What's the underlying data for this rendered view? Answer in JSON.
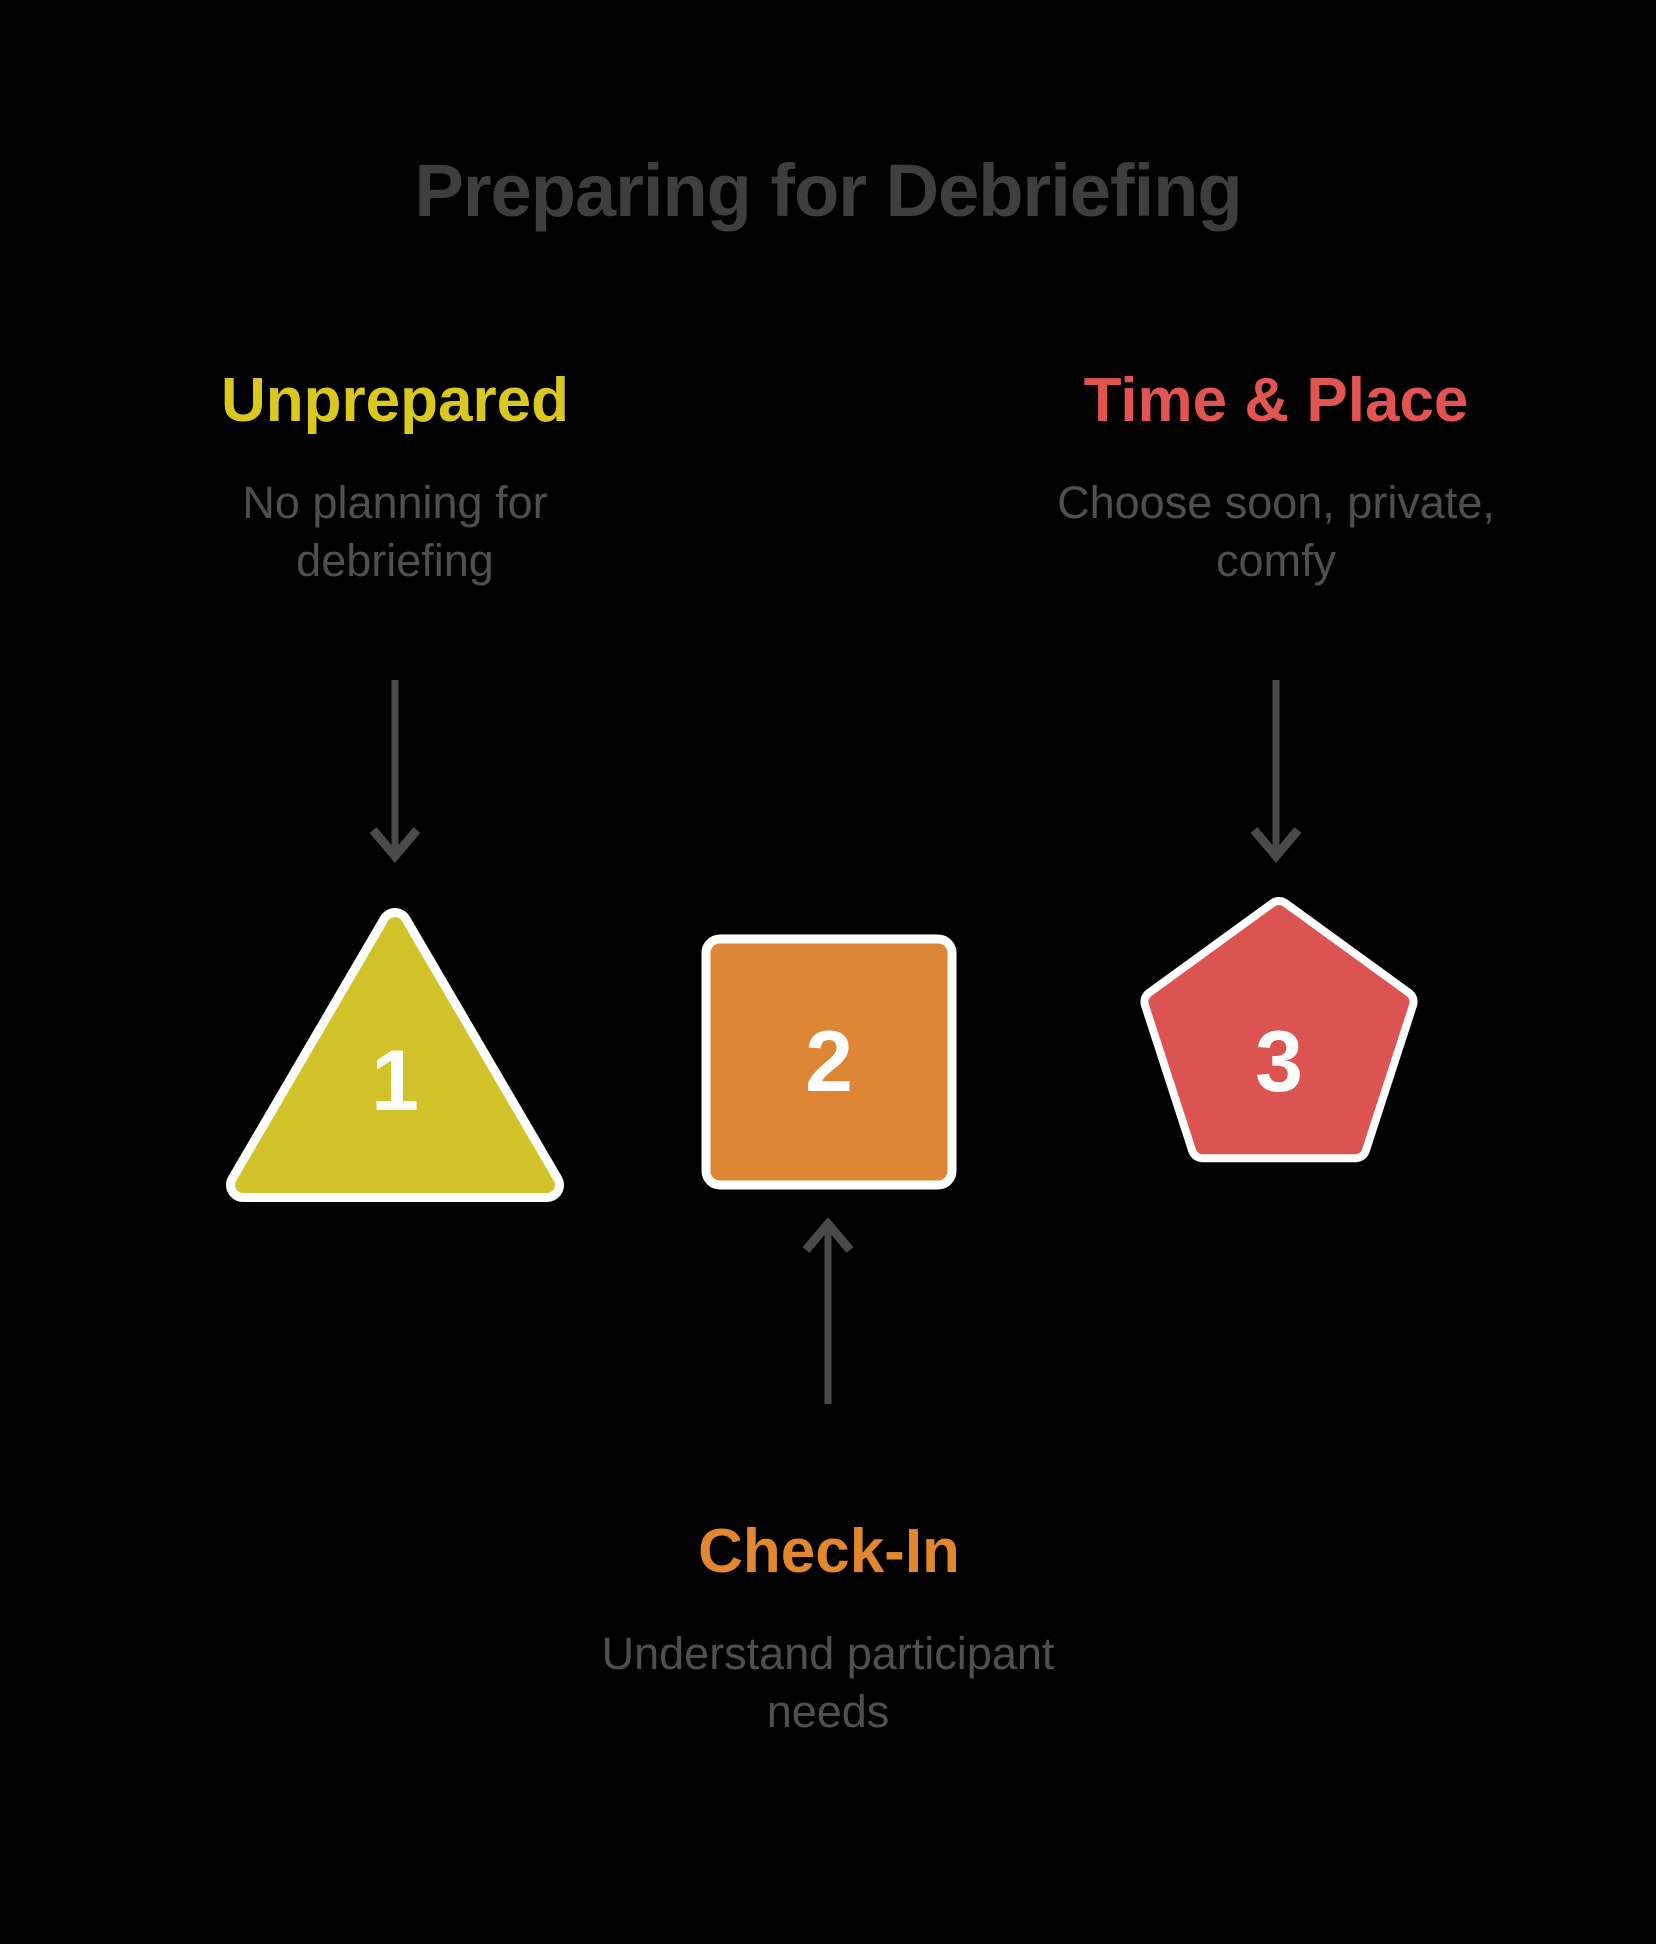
{
  "title": "Preparing for Debriefing",
  "colors": {
    "background": "#000000",
    "title": "#3e3e3e",
    "body_text": "#4f4f4f",
    "arrow": "#4a4a4a",
    "shape_border": "#ffffff",
    "number_text": "#ffffff"
  },
  "steps": [
    {
      "label": "Unprepared",
      "label_color": "#d9c81f",
      "description": "No planning for debriefing",
      "number": "1",
      "shape": "triangle",
      "fill": "#d2c32a",
      "arrow": "down"
    },
    {
      "label": "Check-In",
      "label_color": "#e0872f",
      "description": "Understand participant needs",
      "number": "2",
      "shape": "square",
      "fill": "#dd8736",
      "arrow": "up"
    },
    {
      "label": "Time & Place",
      "label_color": "#e15452",
      "description": "Choose soon, private, comfy",
      "number": "3",
      "shape": "pentagon",
      "fill": "#dc5451",
      "arrow": "down"
    }
  ]
}
